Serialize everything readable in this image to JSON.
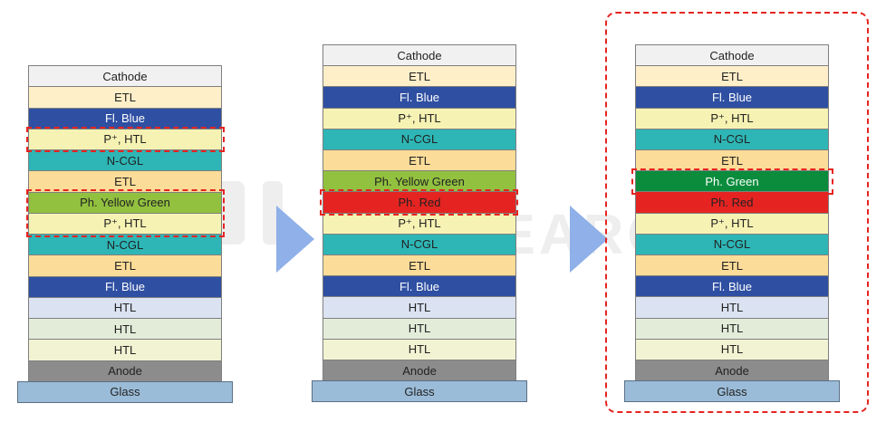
{
  "colors": {
    "cathode": "#f1f1f1",
    "etl": "#ffefc9",
    "etl_gold": "#fbdc98",
    "fl_blue": "#2f4fa2",
    "htl_yellow": "#f6f2b3",
    "ncgl": "#2eb6b6",
    "ph_yellow_green": "#92c13f",
    "ph_red": "#e52421",
    "ph_green": "#0a8c3c",
    "htl_light_blue": "#dbe3f2",
    "htl_light_green": "#e3ecd9",
    "htl_light_yellow": "#f2f3d3",
    "anode": "#8c8c8c",
    "glass": "#9bbcd8",
    "highlight": "#e52421",
    "arrow": "#8fb0e8"
  },
  "stack1": {
    "layers": [
      {
        "label": "Cathode",
        "color": "#f1f1f1",
        "text": "#222222"
      },
      {
        "label": "ETL",
        "color": "#ffefc9",
        "text": "#222222"
      },
      {
        "label": "Fl. Blue",
        "color": "#2f4fa2",
        "text": "#ffffff"
      },
      {
        "label": "P⁺, HTL",
        "color": "#f6f2b3",
        "text": "#222222"
      },
      {
        "label": "N-CGL",
        "color": "#2eb6b6",
        "text": "#222222"
      },
      {
        "label": "ETL",
        "color": "#fbdc98",
        "text": "#222222"
      },
      {
        "label": "Ph. Yellow Green",
        "color": "#92c13f",
        "text": "#222222"
      },
      {
        "label": "P⁺, HTL",
        "color": "#f6f2b3",
        "text": "#222222"
      },
      {
        "label": "N-CGL",
        "color": "#2eb6b6",
        "text": "#222222"
      },
      {
        "label": "ETL",
        "color": "#fbdc98",
        "text": "#222222"
      },
      {
        "label": "Fl. Blue",
        "color": "#2f4fa2",
        "text": "#ffffff"
      },
      {
        "label": "HTL",
        "color": "#dbe3f2",
        "text": "#222222"
      },
      {
        "label": "HTL",
        "color": "#e3ecd9",
        "text": "#222222"
      },
      {
        "label": "HTL",
        "color": "#f2f3d3",
        "text": "#222222"
      },
      {
        "label": "Anode",
        "color": "#8c8c8c",
        "text": "#222222"
      },
      {
        "label": "Glass",
        "color": "#9bbcd8",
        "text": "#222222"
      }
    ]
  },
  "stack2": {
    "layers": [
      {
        "label": "Cathode",
        "color": "#f1f1f1",
        "text": "#222222"
      },
      {
        "label": "ETL",
        "color": "#ffefc9",
        "text": "#222222"
      },
      {
        "label": "Fl. Blue",
        "color": "#2f4fa2",
        "text": "#ffffff"
      },
      {
        "label": "P⁺, HTL",
        "color": "#f6f2b3",
        "text": "#222222"
      },
      {
        "label": "N-CGL",
        "color": "#2eb6b6",
        "text": "#222222"
      },
      {
        "label": "ETL",
        "color": "#fbdc98",
        "text": "#222222"
      },
      {
        "label": "Ph. Yellow Green",
        "color": "#92c13f",
        "text": "#222222"
      },
      {
        "label": "Ph. Red",
        "color": "#e52421",
        "text": "#222222"
      },
      {
        "label": "P⁺, HTL",
        "color": "#f6f2b3",
        "text": "#222222"
      },
      {
        "label": "N-CGL",
        "color": "#2eb6b6",
        "text": "#222222"
      },
      {
        "label": "ETL",
        "color": "#fbdc98",
        "text": "#222222"
      },
      {
        "label": "Fl. Blue",
        "color": "#2f4fa2",
        "text": "#ffffff"
      },
      {
        "label": "HTL",
        "color": "#dbe3f2",
        "text": "#222222"
      },
      {
        "label": "HTL",
        "color": "#e3ecd9",
        "text": "#222222"
      },
      {
        "label": "HTL",
        "color": "#f2f3d3",
        "text": "#222222"
      },
      {
        "label": "Anode",
        "color": "#8c8c8c",
        "text": "#222222"
      },
      {
        "label": "Glass",
        "color": "#9bbcd8",
        "text": "#222222"
      }
    ]
  },
  "stack3": {
    "layers": [
      {
        "label": "Cathode",
        "color": "#f1f1f1",
        "text": "#222222"
      },
      {
        "label": "ETL",
        "color": "#ffefc9",
        "text": "#222222"
      },
      {
        "label": "Fl. Blue",
        "color": "#2f4fa2",
        "text": "#ffffff"
      },
      {
        "label": "P⁺, HTL",
        "color": "#f6f2b3",
        "text": "#222222"
      },
      {
        "label": "N-CGL",
        "color": "#2eb6b6",
        "text": "#222222"
      },
      {
        "label": "ETL",
        "color": "#fbdc98",
        "text": "#222222"
      },
      {
        "label": "Ph. Green",
        "color": "#0a8c3c",
        "text": "#ffffff"
      },
      {
        "label": "Ph. Red",
        "color": "#e52421",
        "text": "#222222"
      },
      {
        "label": "P⁺, HTL",
        "color": "#f6f2b3",
        "text": "#222222"
      },
      {
        "label": "N-CGL",
        "color": "#2eb6b6",
        "text": "#222222"
      },
      {
        "label": "ETL",
        "color": "#fbdc98",
        "text": "#222222"
      },
      {
        "label": "Fl. Blue",
        "color": "#2f4fa2",
        "text": "#ffffff"
      },
      {
        "label": "HTL",
        "color": "#dbe3f2",
        "text": "#222222"
      },
      {
        "label": "HTL",
        "color": "#e3ecd9",
        "text": "#222222"
      },
      {
        "label": "HTL",
        "color": "#f2f3d3",
        "text": "#222222"
      },
      {
        "label": "Anode",
        "color": "#8c8c8c",
        "text": "#222222"
      },
      {
        "label": "Glass",
        "color": "#9bbcd8",
        "text": "#222222"
      }
    ]
  },
  "watermark": {
    "text": "RESEARCH"
  }
}
